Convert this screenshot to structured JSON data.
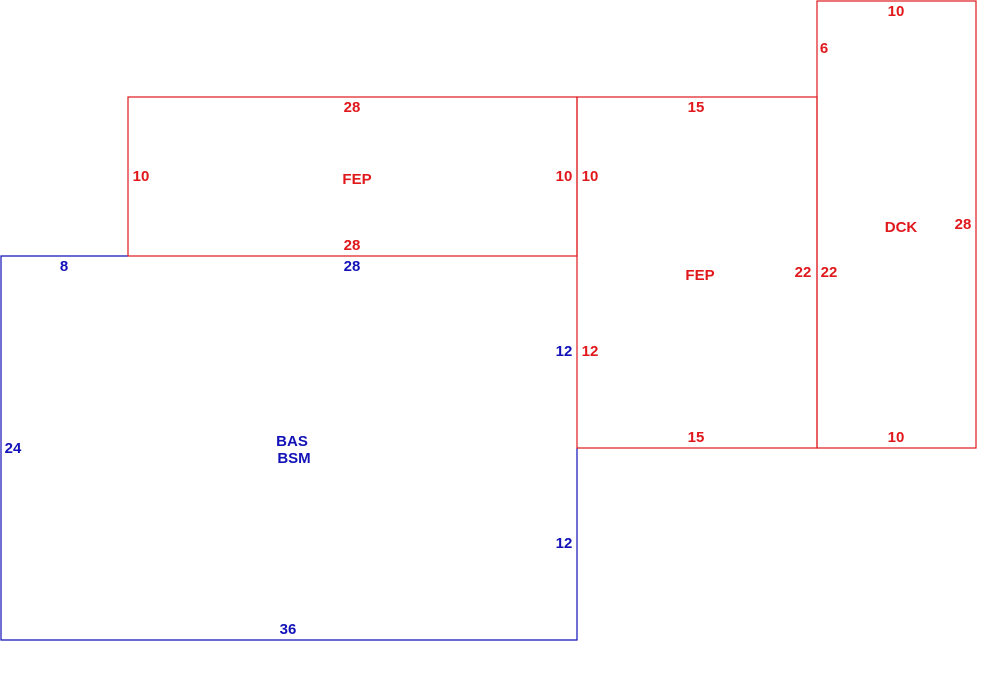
{
  "colors": {
    "addition": "#e0181b",
    "basement": "#1212b8",
    "background": "#ffffff"
  },
  "areas": {
    "fep_top": {
      "label": "FEP",
      "dims": {
        "top": "28",
        "left": "10",
        "right": "10",
        "bottom": "28"
      }
    },
    "fep_right": {
      "label": "FEP",
      "dims": {
        "top": "15",
        "left_upper": "10",
        "left_lower": "12",
        "right": "22",
        "bottom": "15"
      }
    },
    "dck": {
      "label": "DCK",
      "dims": {
        "top": "10",
        "left_top": "6",
        "left": "22",
        "right": "28",
        "bottom": "10"
      }
    },
    "bas": {
      "label_line1": "BAS",
      "label_line2": "BSM",
      "dims": {
        "top_left": "8",
        "top": "28",
        "left": "24",
        "right_upper": "12",
        "right_lower": "12",
        "bottom": "36"
      }
    }
  }
}
